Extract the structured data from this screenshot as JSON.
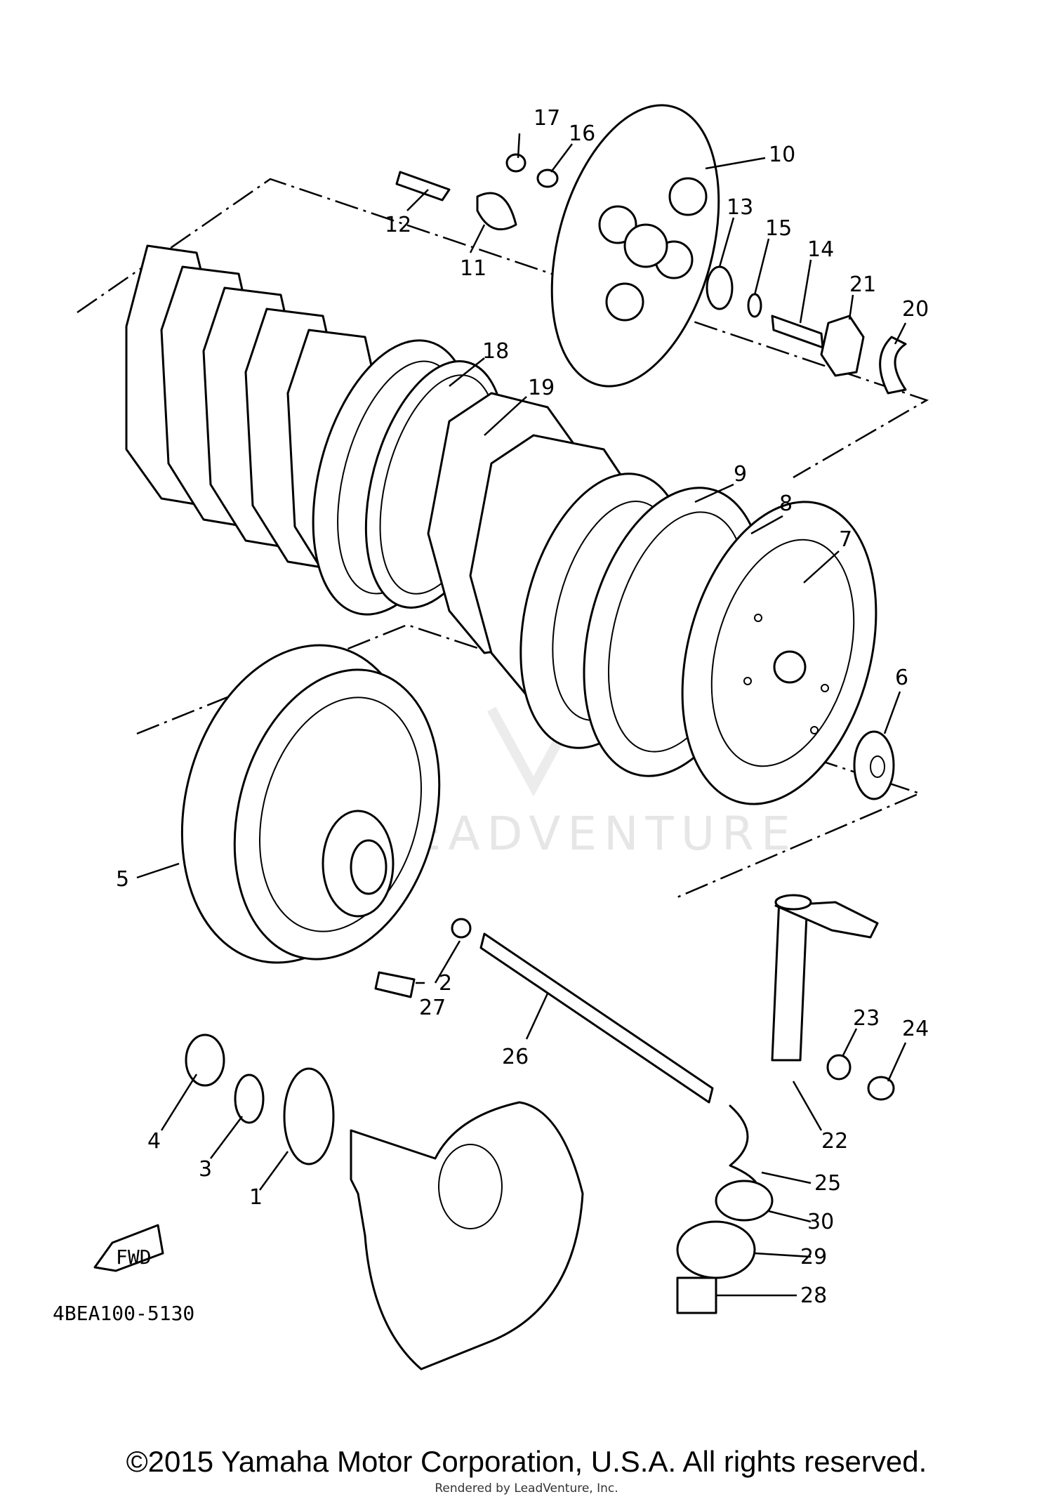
{
  "diagram": {
    "callouts": [
      "1",
      "2",
      "3",
      "4",
      "5",
      "6",
      "7",
      "8",
      "9",
      "10",
      "11",
      "12",
      "13",
      "14",
      "15",
      "16",
      "17",
      "18",
      "19",
      "20",
      "21",
      "22",
      "23",
      "24",
      "25",
      "26",
      "27",
      "28",
      "29",
      "30"
    ],
    "fwd_label": "FWD",
    "diagram_code": "4BEA100-5130",
    "watermark": "LEADVENTURE"
  },
  "footer": {
    "copyright": "©2015 Yamaha Motor Corporation, U.S.A. All rights reserved.",
    "rendered_by": "Rendered by LeadVenture, Inc."
  }
}
